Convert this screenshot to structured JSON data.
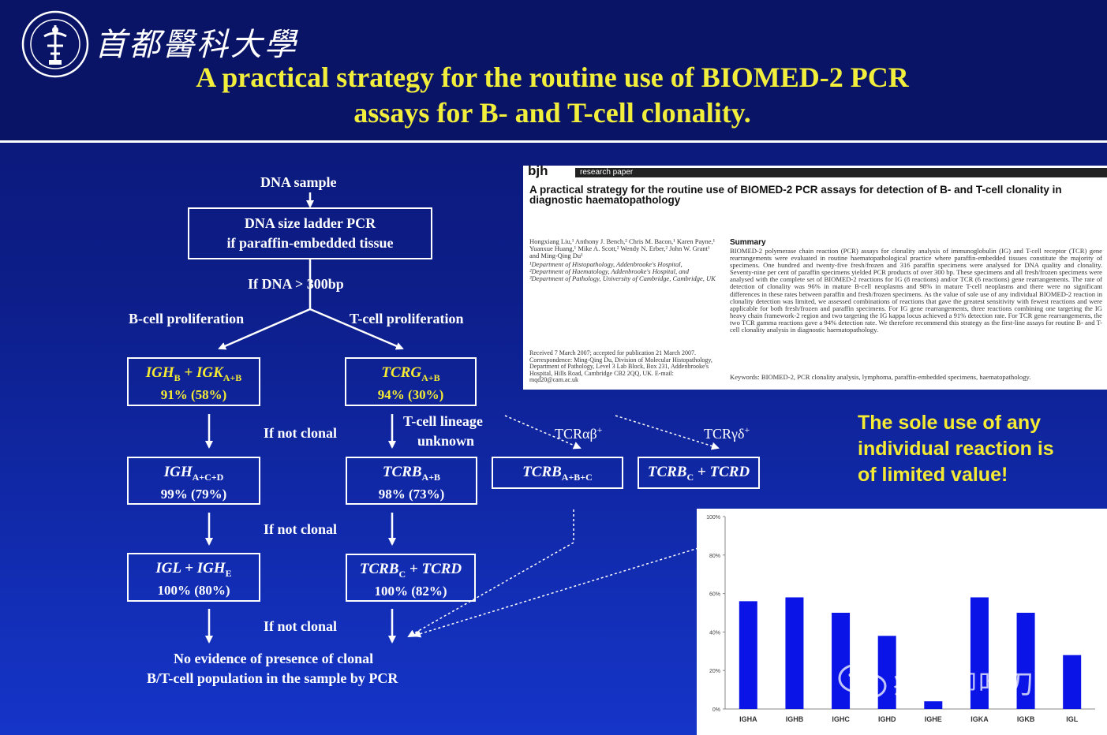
{
  "header": {
    "university": "首都醫科大學",
    "title_line1": "A practical strategy for the routine use of BIOMED-2 PCR",
    "title_line2": "assays for B- and T-cell clonality."
  },
  "flow": {
    "dna_sample": "DNA sample",
    "ladder_line1": "DNA size ladder PCR",
    "ladder_line2": "if paraffin-embedded tissue",
    "if_dna": "If DNA > 300bp",
    "b_prolif": "B-cell proliferation",
    "t_prolif": "T-cell proliferation",
    "igh_b": "IGH",
    "igh_b_sub": "B",
    "igk_plus": " + IGK",
    "igk_sub": "A+B",
    "b1_pct": "91% (58%)",
    "tcrg": "TCRG",
    "tcrg_sub": "A+B",
    "t1_pct": "94% (30%)",
    "if_not_clonal_1": "If not clonal",
    "t_lineage_1": "T-cell lineage",
    "t_lineage_2": "unknown",
    "tcr_ab": "TCRαβ",
    "tcr_ab_sup": "+",
    "tcr_gd": "TCRγδ",
    "tcr_gd_sup": "+",
    "igh_acd": "IGH",
    "igh_acd_sub": "A+C+D",
    "b2_pct": "99% (79%)",
    "tcrb_ab": "TCRB",
    "tcrb_ab_sub": "A+B",
    "t2_pct": "98% (73%)",
    "tcrb_abc": "TCRB",
    "tcrb_abc_sub": "A+B+C",
    "tcrb_c_a": "TCRB",
    "tcrb_c_a_sub": "C",
    "tcrd_a": " + TCRD",
    "if_not_clonal_2": "If not clonal",
    "igl": "IGL + IGH",
    "igl_sub": "E",
    "b3_pct": "100% (80%)",
    "tcrb_c_b": "TCRB",
    "tcrb_c_b_sub": "C",
    "tcrd_b": " + TCRD",
    "t3_pct": "100% (82%)",
    "if_not_clonal_3": "If not clonal",
    "final_1": "No evidence of presence of clonal",
    "final_2": "B/T-cell population in the sample by PCR"
  },
  "paper": {
    "journal": "bjh",
    "tag": "research paper",
    "title": "A practical strategy for the routine use of BIOMED-2 PCR assays for detection of B- and T-cell clonality in diagnostic haematopathology",
    "authors": "Hongxiang Liu,¹ Anthony J. Bench,² Chris M. Bacon,¹ Karen Payne,¹ Yuanxue Huang,¹ Mike A. Scott,² Wendy N. Erber,² John W. Grant¹ and Ming-Qing Du¹",
    "affiliations": "¹Department of Histopathology, Addenbrooke's Hospital, ²Department of Haematology, Addenbrooke's Hospital, and ³Department of Pathology, University of Cambridge, Cambridge, UK",
    "received": "Received 7 March 2007; accepted for publication 21 March 2007. Correspondence: Ming-Qing Du, Division of Molecular Histopathology, Department of Pathology, Level 3 Lab Block, Box 231, Addenbrooke's Hospital, Hills Road, Cambridge CB2 2QQ, UK. E-mail: mqd20@cam.ac.uk",
    "summary_heading": "Summary",
    "summary": "BIOMED-2 polymerase chain reaction (PCR) assays for clonality analysis of immunoglobulin (IG) and T-cell receptor (TCR) gene rearrangements were evaluated in routine haematopathological practice where paraffin-embedded tissues constitute the majority of specimens. One hundred and twenty-five fresh/frozen and 316 paraffin specimens were analysed for DNA quality and clonality. Seventy-nine per cent of paraffin specimens yielded PCR products of over 300 bp. These specimens and all fresh/frozen specimens were analysed with the complete set of BIOMED-2 reactions for IG (8 reactions) and/or TCR (6 reactions) gene rearrangements. The rate of detection of clonality was 96% in mature B-cell neoplasms and 98% in mature T-cell neoplasms and there were no significant differences in these rates between paraffin and fresh/frozen specimens. As the value of sole use of any individual BIOMED-2 reaction in clonality detection was limited, we assessed combinations of reactions that gave the greatest sensitivity with fewest reactions and were applicable for both fresh/frozen and paraffin specimens. For IG gene rearrangements, three reactions combining one targeting the IG heavy chain framework-2 region and two targeting the IG kappa locus achieved a 91% detection rate. For TCR gene rearrangements, the two TCR gamma reactions gave a 94% detection rate. We therefore recommend this strategy as the first-line assays for routine B- and T-cell clonality analysis in diagnostic haematopathology.",
    "keywords": "Keywords: BIOMED-2, PCR clonality analysis, lymphoma, paraffin-embedded specimens, haematopathology."
  },
  "note": {
    "line1": "The sole use of any",
    "line2": "individual reaction is",
    "line3": "of limited value!"
  },
  "watermark": "病理柳叶刀",
  "colors": {
    "title": "#f2ee3c",
    "note": "#f5eb33",
    "bar": "#0a14e6",
    "background": "#0d1e8a"
  },
  "chart_data": {
    "type": "bar",
    "categories": [
      "IGHA",
      "IGHB",
      "IGHC",
      "IGHD",
      "IGHE",
      "IGKA",
      "IGKB",
      "IGL"
    ],
    "values": [
      56,
      58,
      50,
      38,
      4,
      58,
      50,
      28
    ],
    "yticks": [
      "0%",
      "20%",
      "40%",
      "60%",
      "80%",
      "100%"
    ],
    "ylim": [
      0,
      100
    ],
    "grid": false,
    "legend": "none"
  }
}
